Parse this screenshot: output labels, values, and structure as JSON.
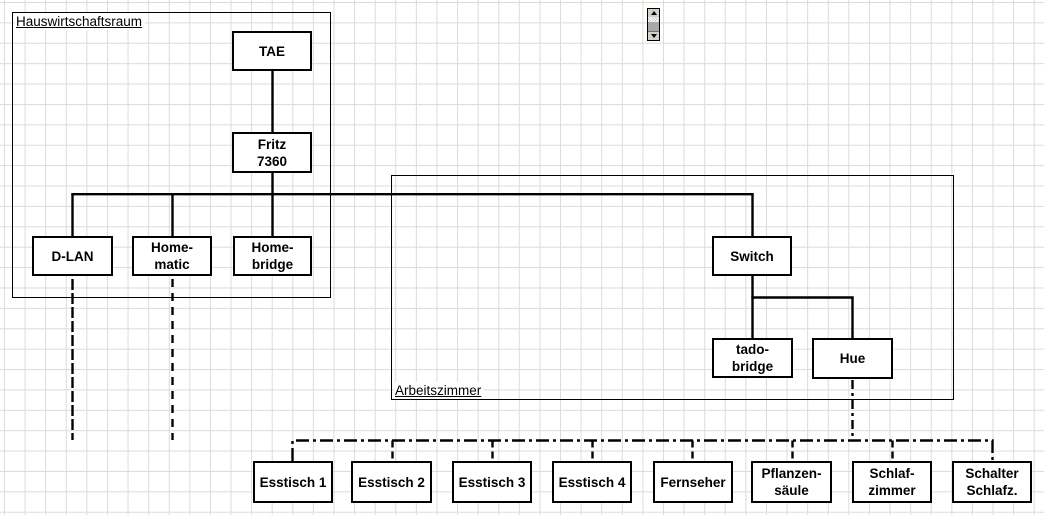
{
  "groups": {
    "hauswirtschaftsraum": {
      "label": "Hauswirtschaftsraum"
    },
    "arbeitszimmer": {
      "label": "Arbeitszimmer"
    }
  },
  "nodes": {
    "tae": {
      "label": "TAE"
    },
    "fritz": {
      "label": "Fritz\n7360"
    },
    "dlan": {
      "label": "D-LAN"
    },
    "homematic": {
      "label": "Home-\nmatic"
    },
    "homebridge": {
      "label": "Home-\nbridge"
    },
    "switch": {
      "label": "Switch"
    },
    "tadobridge": {
      "label": "tado-\nbridge"
    },
    "hue": {
      "label": "Hue"
    },
    "esstisch1": {
      "label": "Esstisch 1"
    },
    "esstisch2": {
      "label": "Esstisch 2"
    },
    "esstisch3": {
      "label": "Esstisch 3"
    },
    "esstisch4": {
      "label": "Esstisch 4"
    },
    "fernseher": {
      "label": "Fernseher"
    },
    "pflanzensaeule": {
      "label": "Pflanzen-\nsäule"
    },
    "schlafzimmer": {
      "label": "Schlaf-\nzimmer"
    },
    "schalterschlafz": {
      "label": "Schalter\nSchlafz."
    }
  },
  "connections": [
    {
      "from": "TAE",
      "to": "Fritz 7360",
      "style": "solid"
    },
    {
      "from": "Fritz 7360",
      "to": "D-LAN",
      "style": "solid"
    },
    {
      "from": "Fritz 7360",
      "to": "Home-matic",
      "style": "solid"
    },
    {
      "from": "Fritz 7360",
      "to": "Home-bridge",
      "style": "solid"
    },
    {
      "from": "Fritz 7360",
      "to": "Switch",
      "style": "solid"
    },
    {
      "from": "Switch",
      "to": "tado-bridge",
      "style": "solid"
    },
    {
      "from": "Switch",
      "to": "Hue",
      "style": "solid"
    },
    {
      "from": "D-LAN",
      "to": "down, ends above device bus",
      "style": "dashed"
    },
    {
      "from": "Home-matic",
      "to": "down, ends above device bus",
      "style": "dashed"
    },
    {
      "from": "Hue",
      "to": "device bus",
      "style": "dashed"
    },
    {
      "from": "device bus",
      "to": "Esstisch 1, Esstisch 2, Esstisch 3, Esstisch 4, Fernseher, Pflanzen-säule, Schlaf-zimmer, Schalter Schlafz.",
      "style": "dash-dot"
    }
  ],
  "colors": {
    "line": "#000000",
    "grid": "#dbdbdb",
    "background": "#ffffff",
    "scrollbar_thumb": "#a8a8a8",
    "scrollbar_button": "#d4d0c8"
  },
  "widgets": {
    "scrollbar": {
      "orientation": "vertical"
    }
  }
}
